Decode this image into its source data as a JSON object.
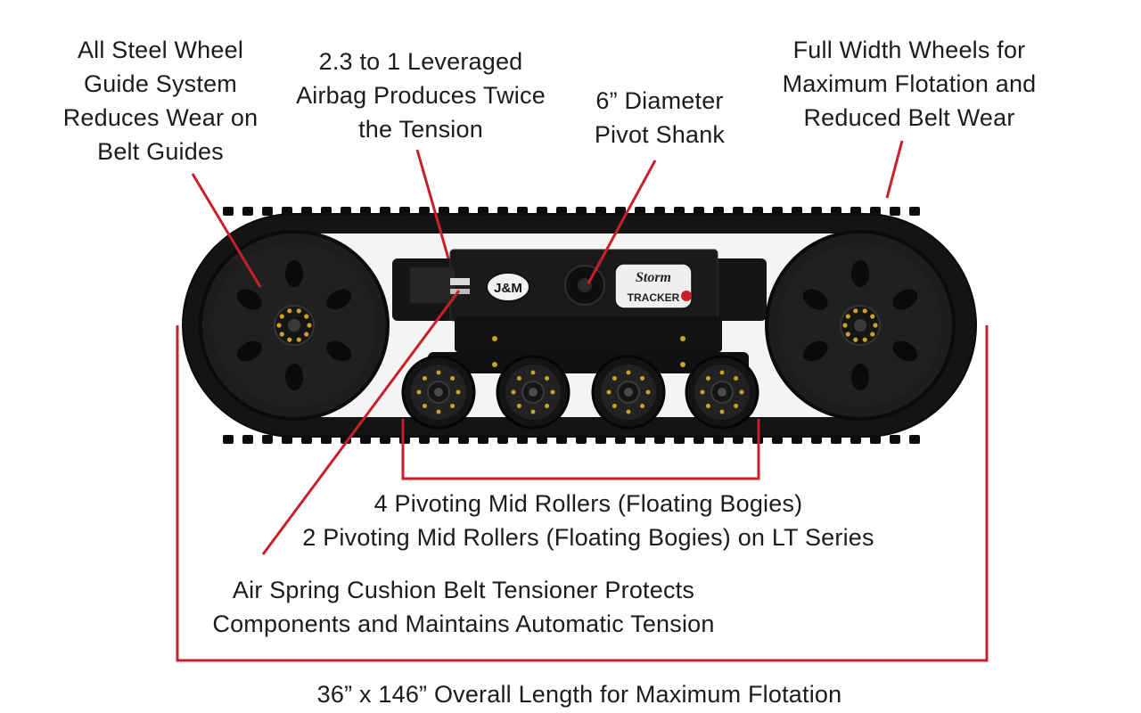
{
  "callouts": {
    "wheel_guide": [
      "All Steel Wheel",
      "Guide System",
      "Reduces Wear on",
      "Belt Guides"
    ],
    "airbag": [
      "2.3 to 1 Leveraged",
      "Airbag Produces Twice",
      "the Tension"
    ],
    "pivot_shank": [
      "6” Diameter",
      "Pivot Shank"
    ],
    "full_width": [
      "Full Width Wheels for",
      "Maximum Flotation and",
      "Reduced Belt Wear"
    ],
    "mid_rollers": [
      "4 Pivoting Mid Rollers (Floating Bogies)",
      "2 Pivoting Mid Rollers (Floating Bogies) on LT Series"
    ],
    "air_spring": [
      "Air Spring Cushion Belt Tensioner Protects",
      "Components and Maintains Automatic Tension"
    ],
    "overall_length": "36” x 146” Overall Length for Maximum Flotation"
  },
  "badges": {
    "maker": "J&M",
    "brand_top": "Storm",
    "brand_bottom": "TRACKER"
  },
  "colors": {
    "leader": "#c8202a",
    "track": "#161616",
    "wheel": "#1e1e1e",
    "bolt": "#c9a227"
  },
  "icons": {
    "maker_badge": "jm-logo-icon",
    "brand_badge": "storm-tracker-logo-icon"
  }
}
